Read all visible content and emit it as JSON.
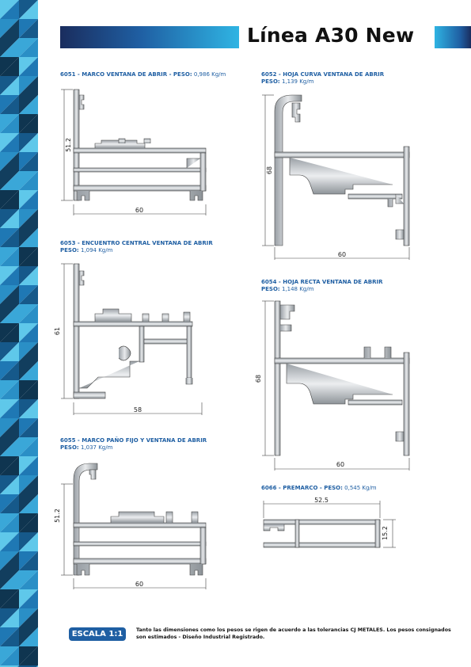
{
  "header": {
    "title": "Línea A30 New"
  },
  "sections": [
    {
      "code": "6051",
      "name": " - MARCO VENTANA DE ABRIR - PESO:",
      "weight": " 0,986 Kg/m"
    },
    {
      "code": "6052",
      "name": " - HOJA CURVA VENTANA DE ABRIR",
      "peso_label": "PESO:",
      "weight": " 1,139 Kg/m"
    },
    {
      "code": "6053",
      "name": " - ENCUENTRO CENTRAL VENTANA DE ABRIR",
      "peso_label": "PESO:",
      "weight": " 1,094 Kg/m"
    },
    {
      "code": "6054",
      "name": " - HOJA RECTA VENTANA DE ABRIR",
      "peso_label": "PESO:",
      "weight": " 1,148 Kg/m"
    },
    {
      "code": "6055",
      "name": " - MARCO PAÑO FIJO Y VENTANA DE ABRIR",
      "peso_label": "PESO:",
      "weight": " 1,037 Kg/m"
    },
    {
      "code": "6066",
      "name": " - PREMARCO - PESO:",
      "weight": " 0,545 Kg/m"
    }
  ],
  "dimensions": {
    "p6051": {
      "h": "51.2",
      "w": "60"
    },
    "p6052": {
      "h": "68",
      "w": "60"
    },
    "p6053": {
      "h": "61",
      "w": "58"
    },
    "p6054": {
      "h": "68",
      "w": "60"
    },
    "p6055": {
      "h": "51.2",
      "w": "60"
    },
    "p6066": {
      "h": "15.2",
      "w": "52.5"
    }
  },
  "footer": {
    "scale_label": "ESCALA 1:1",
    "note": "Tanto las dimensiones como los pesos se rigen de acuerdo a las tolerancias CJ METALES. Los pesos consignados son estimados - Diseño Industrial Registrado."
  },
  "colors": {
    "accent": "#1f5fa3",
    "dark": "#1a2d5e",
    "light": "#2fb4e3"
  }
}
